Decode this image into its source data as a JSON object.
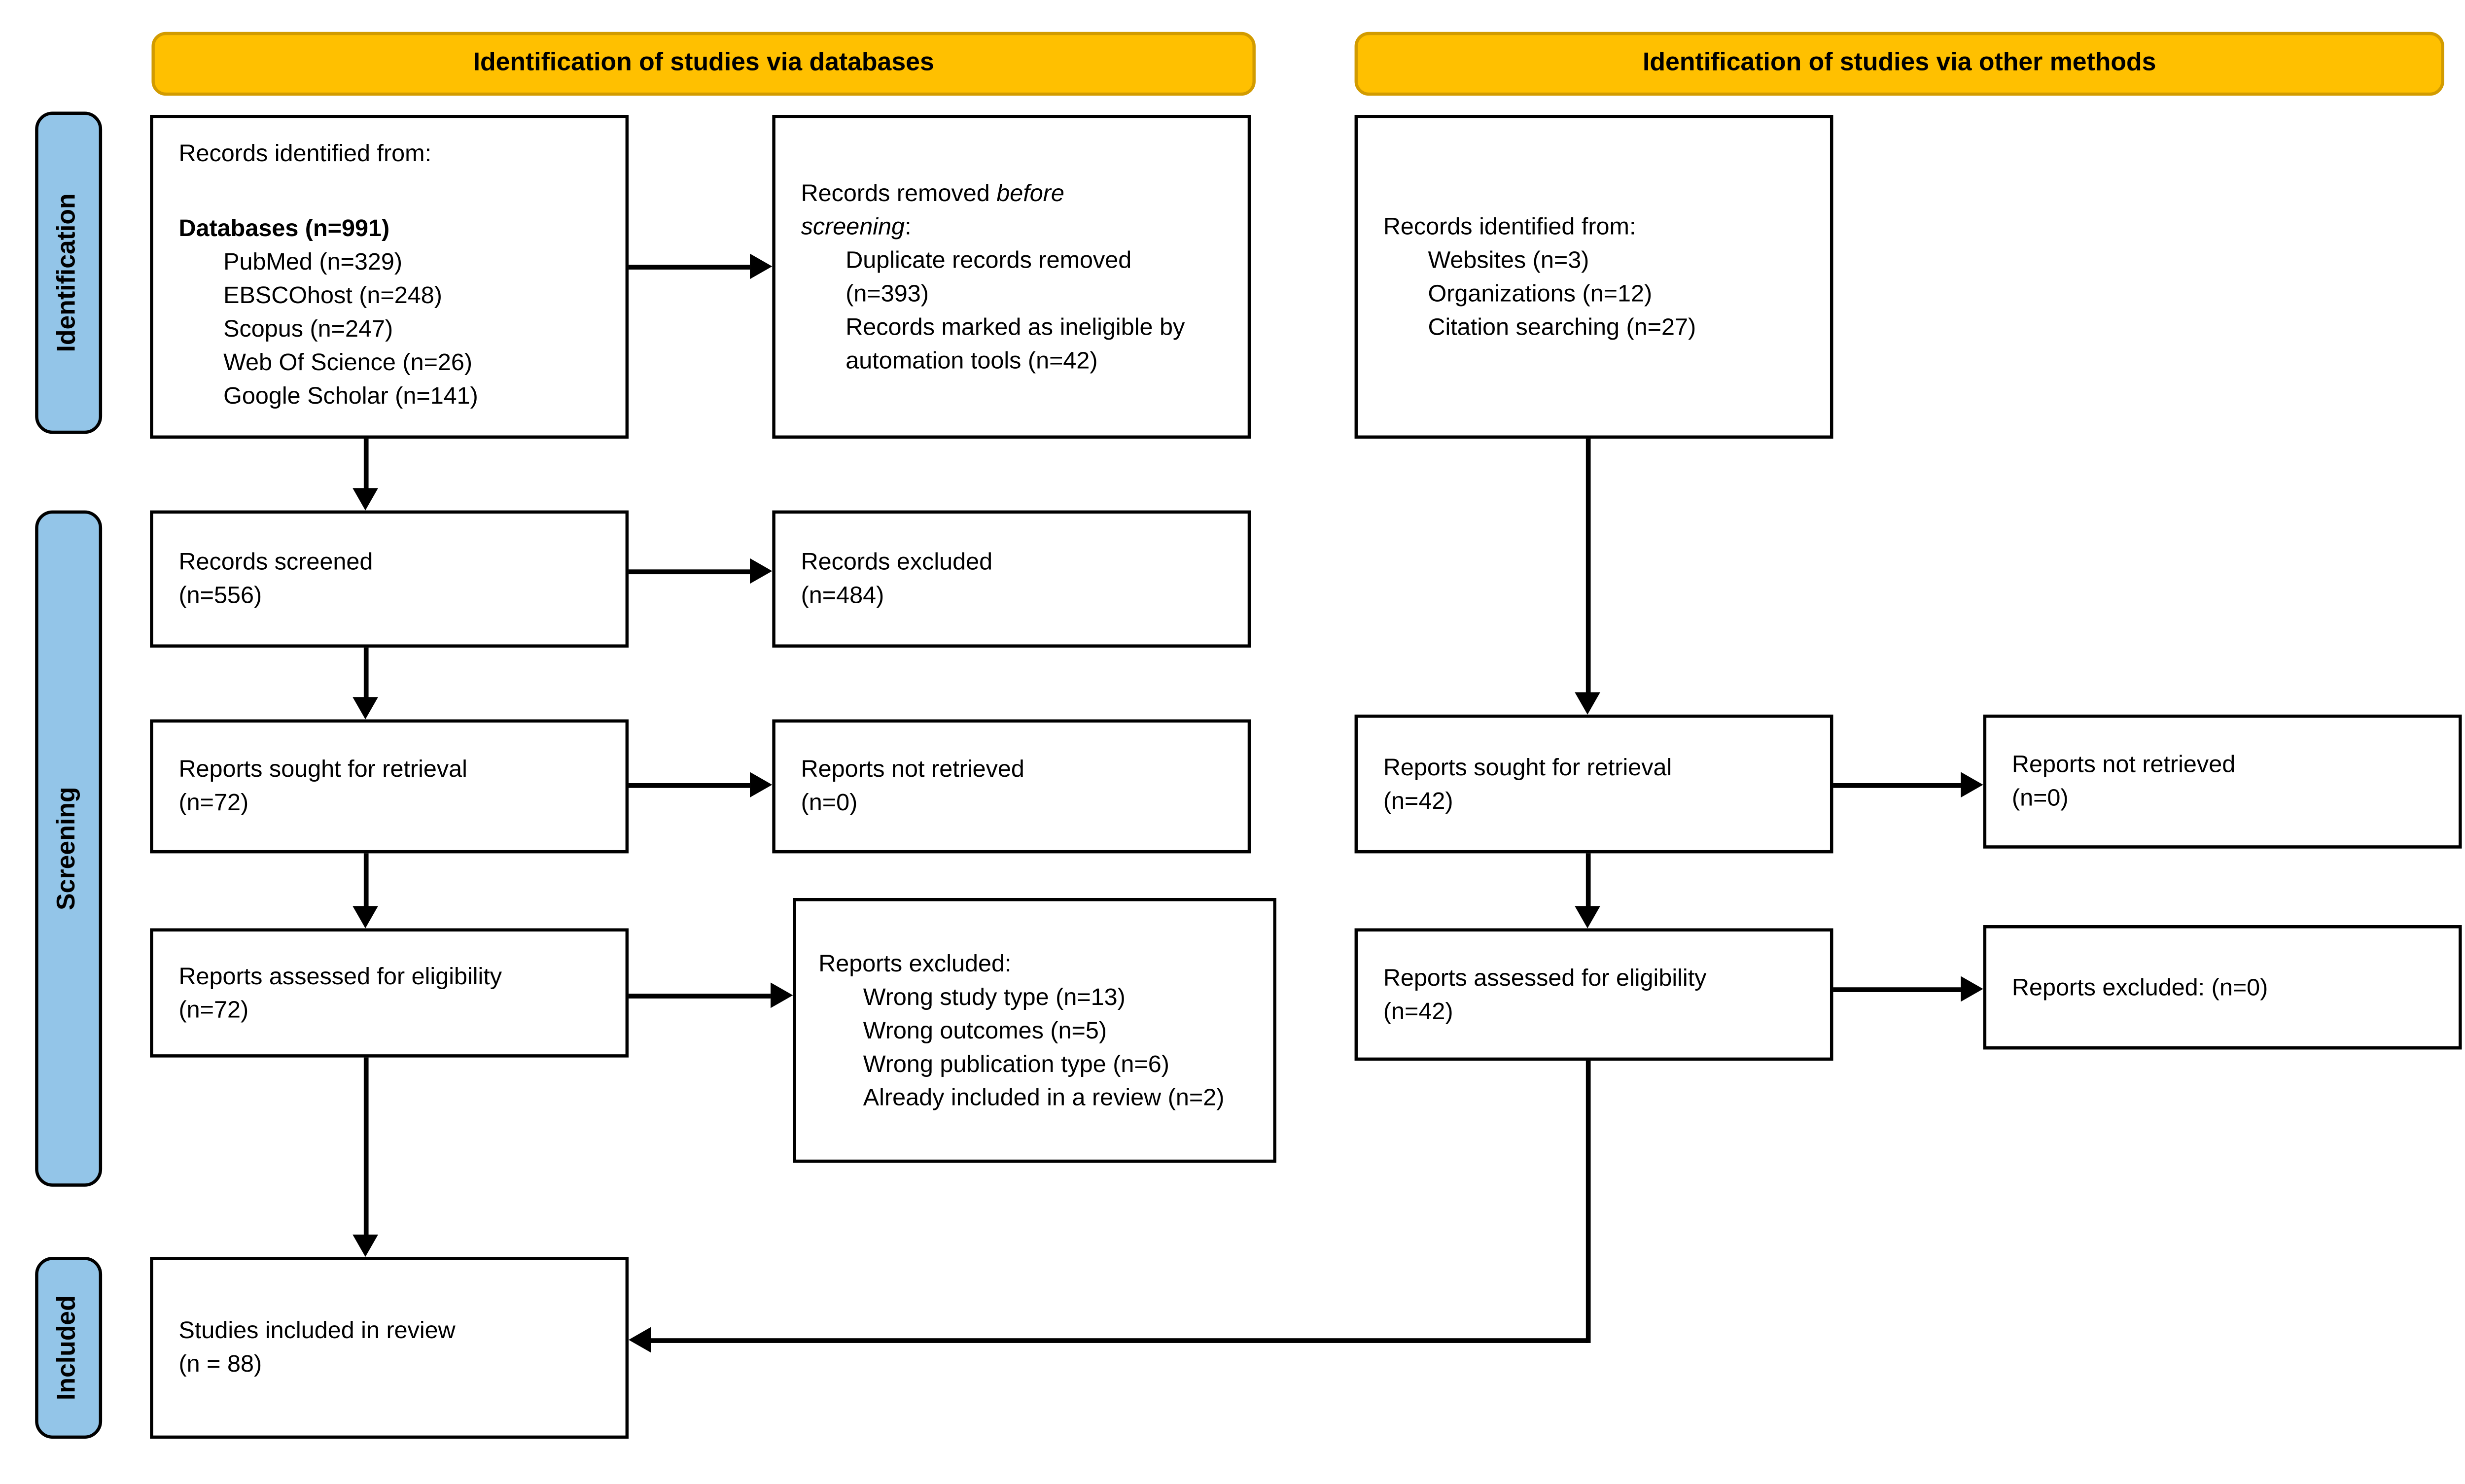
{
  "banners": {
    "databases": "Identification of studies via databases",
    "other": "Identification of studies via other methods"
  },
  "stages": {
    "identification": "Identification",
    "screening": "Screening",
    "included": "Included"
  },
  "colors": {
    "banner_fill": "#FFC000",
    "banner_border": "#D29B00",
    "stage_fill": "#93C5E8",
    "box_border": "#000000",
    "line": "#000000"
  },
  "boxes": {
    "db_identified": {
      "intro": "Records identified from:",
      "group": "Databases (n=991)",
      "items": [
        "PubMed (n=329)",
        "EBSCOhost (n=248)",
        "Scopus (n=247)",
        "Web Of Science (n=26)",
        "Google Scholar (n=141)"
      ]
    },
    "db_removed": {
      "pre": "Records removed ",
      "italic": "before screening",
      "post": ":",
      "items": [
        "Duplicate records removed (n=393)",
        "Records marked as ineligible by automation tools (n=42)"
      ]
    },
    "other_identified": {
      "intro": "Records identified from:",
      "items": [
        "Websites (n=3)",
        "Organizations (n=12)",
        "Citation searching (n=27)"
      ]
    },
    "db_screened": {
      "line1": "Records screened",
      "line2": "(n=556)"
    },
    "db_excluded": {
      "line1": "Records excluded",
      "line2": "(n=484)"
    },
    "db_sought": {
      "line1": "Reports sought for retrieval",
      "line2": "(n=72)"
    },
    "db_not_retrieved": {
      "line1": "Reports not retrieved",
      "line2": "(n=0)"
    },
    "db_assessed": {
      "line1": "Reports assessed for eligibility",
      "line2": "(n=72)"
    },
    "db_reports_excluded": {
      "intro": "Reports excluded:",
      "items": [
        "Wrong study type (n=13)",
        "Wrong outcomes (n=5)",
        "Wrong publication type (n=6)",
        "Already included in a review (n=2)"
      ]
    },
    "other_sought": {
      "line1": "Reports sought for retrieval",
      "line2": "(n=42)"
    },
    "other_not_retrieved": {
      "line1": "Reports not retrieved",
      "line2": "(n=0)"
    },
    "other_assessed": {
      "line1": "Reports assessed for eligibility",
      "line2": "(n=42)"
    },
    "other_reports_excluded": {
      "line1": "Reports excluded: (n=0)"
    },
    "included": {
      "line1": "Studies included in review",
      "line2": "(n = 88)"
    }
  }
}
